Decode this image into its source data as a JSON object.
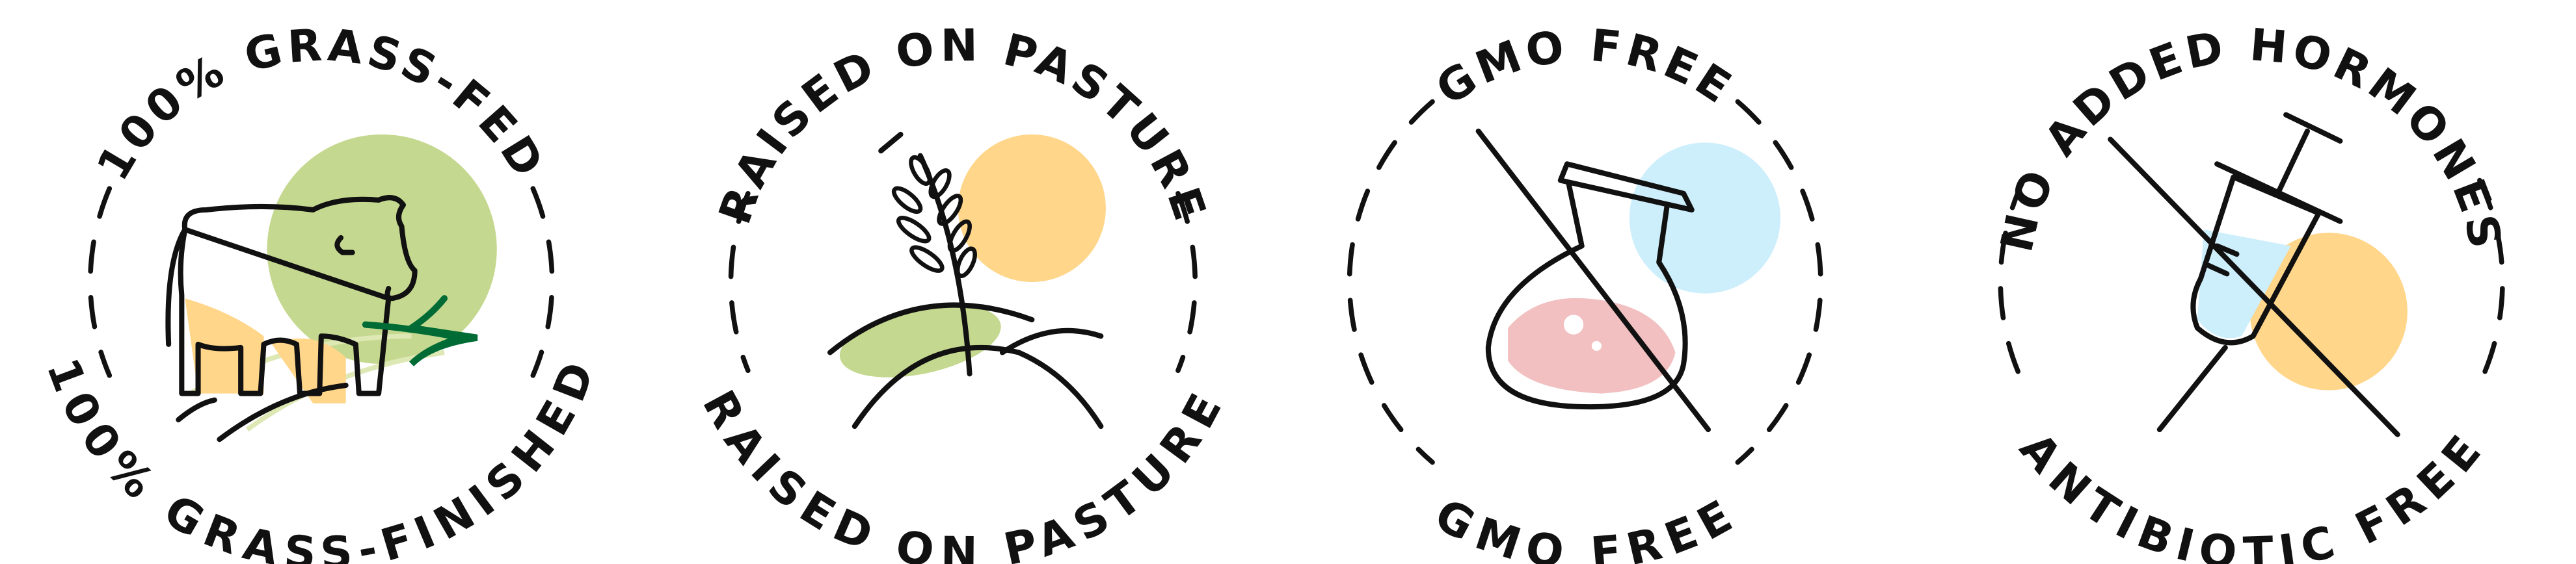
{
  "colors": {
    "ink": "#111111",
    "green": "#c5d88f",
    "orange": "#ffd68a",
    "blue": "#cdeefb",
    "pink": "#f2c0c0",
    "grass_dark": "#006b35"
  },
  "badges": [
    {
      "top": "100% GRASS-FED",
      "bottom": "100% GRASS-FINISHED",
      "icon": "cow-icon"
    },
    {
      "top": "RAISED ON PASTURE",
      "bottom": "RAISED ON PASTURE",
      "icon": "wheat-pasture-icon"
    },
    {
      "top": "GMO FREE",
      "bottom": "GMO FREE",
      "icon": "crossed-flask-icon"
    },
    {
      "top": "NO ADDED HORMONES",
      "bottom": "ANTIBIOTIC FREE",
      "icon": "crossed-syringe-icon"
    }
  ]
}
